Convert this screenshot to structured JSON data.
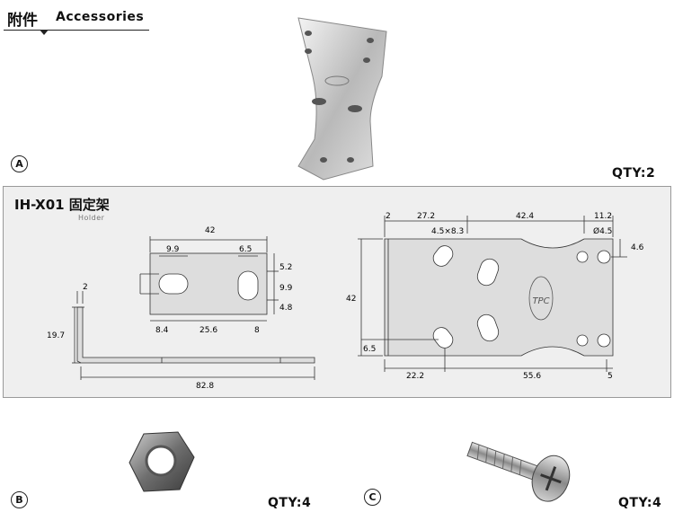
{
  "header": {
    "title_cn": "附件",
    "title_en": "Accessories"
  },
  "items": [
    {
      "marker": "A",
      "qty": "QTY:2",
      "image": "bracket-photo"
    },
    {
      "marker": "B",
      "qty": "QTY:4",
      "image": "hex-nut-photo"
    },
    {
      "marker": "C",
      "qty": "QTY:4",
      "image": "screw-photo"
    }
  ],
  "drawing": {
    "title": "IH-X01  固定架",
    "subtitle": "Holder",
    "side_view": {
      "dims": [
        "2",
        "19.7",
        "82.8"
      ]
    },
    "front_view": {
      "dims": [
        "42",
        "9.9",
        "6.5",
        "5.2",
        "9.9",
        "4.8",
        "8.4",
        "25.6",
        "8"
      ]
    },
    "flat_view": {
      "dims": [
        "2",
        "27.2",
        "42.4",
        "11.2",
        "4.5×8.3",
        "Ø4.5",
        "4.6",
        "42",
        "6.5",
        "22.2",
        "55.6",
        "5"
      ],
      "logo_text": "TPC"
    }
  }
}
